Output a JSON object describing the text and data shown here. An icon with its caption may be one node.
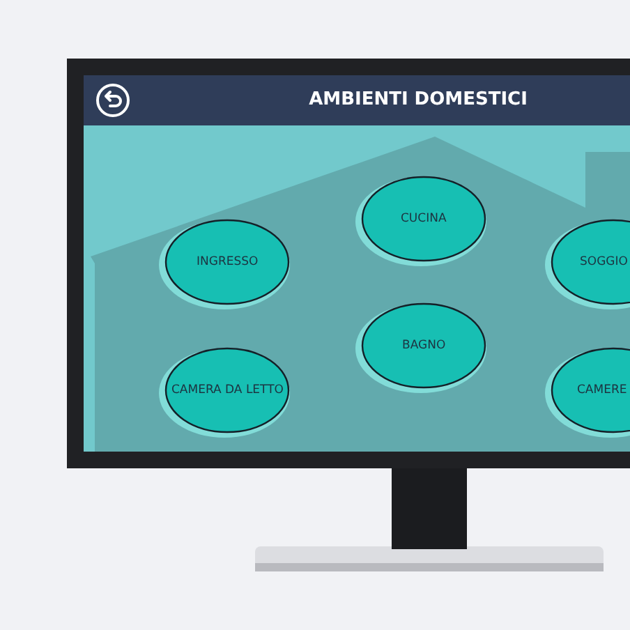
{
  "diagram": {
    "title": "AMBIENTI DOMESTICI",
    "nodes": [
      {
        "text": [
          "CUCINA"
        ]
      },
      {
        "text": [
          "INGRESSO"
        ]
      },
      {
        "text": [
          "SOGGIO"
        ]
      },
      {
        "text": [
          "BAGNO"
        ]
      },
      {
        "text": [
          "CAMERA DA LETTO"
        ]
      },
      {
        "text": [
          "CAMERE"
        ]
      }
    ]
  }
}
